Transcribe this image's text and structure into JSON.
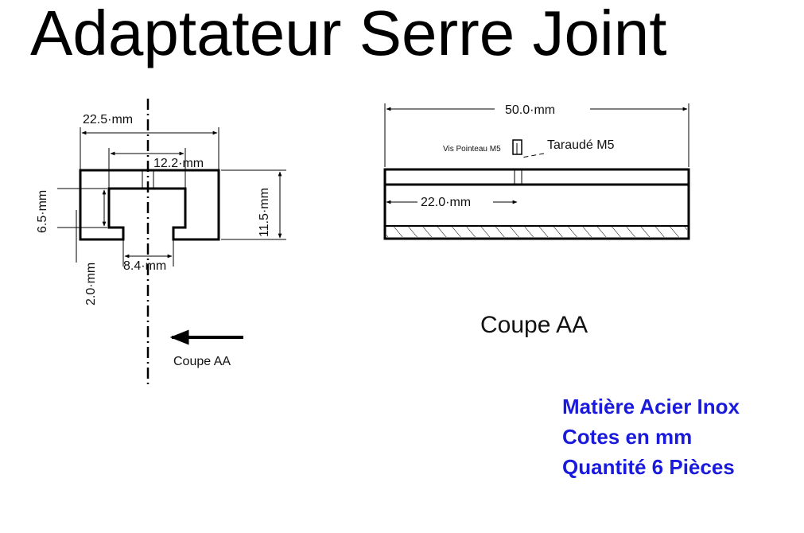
{
  "title": "Adaptateur Serre Joint",
  "front_view": {
    "dim_width": "22.5·mm",
    "dim_slot_top": "12.2·mm",
    "dim_slot_bottom": "8.4·mm",
    "dim_height": "11.5·mm",
    "dim_slot_depth": "6.5·mm",
    "dim_lip": "2.0·mm",
    "section_label": "Coupe AA"
  },
  "section_view": {
    "dim_length": "50.0·mm",
    "dim_hole_pos": "22.0·mm",
    "screw_label": "Vis Pointeau M5",
    "thread_label": "Taraudé M5",
    "title": "Coupe AA"
  },
  "notes": {
    "material": "Matière Acier Inox",
    "units": "Cotes en mm",
    "quantity": "Quantité 6 Pièces"
  },
  "colors": {
    "notes": "#1a1adc",
    "lines": "#000000"
  }
}
